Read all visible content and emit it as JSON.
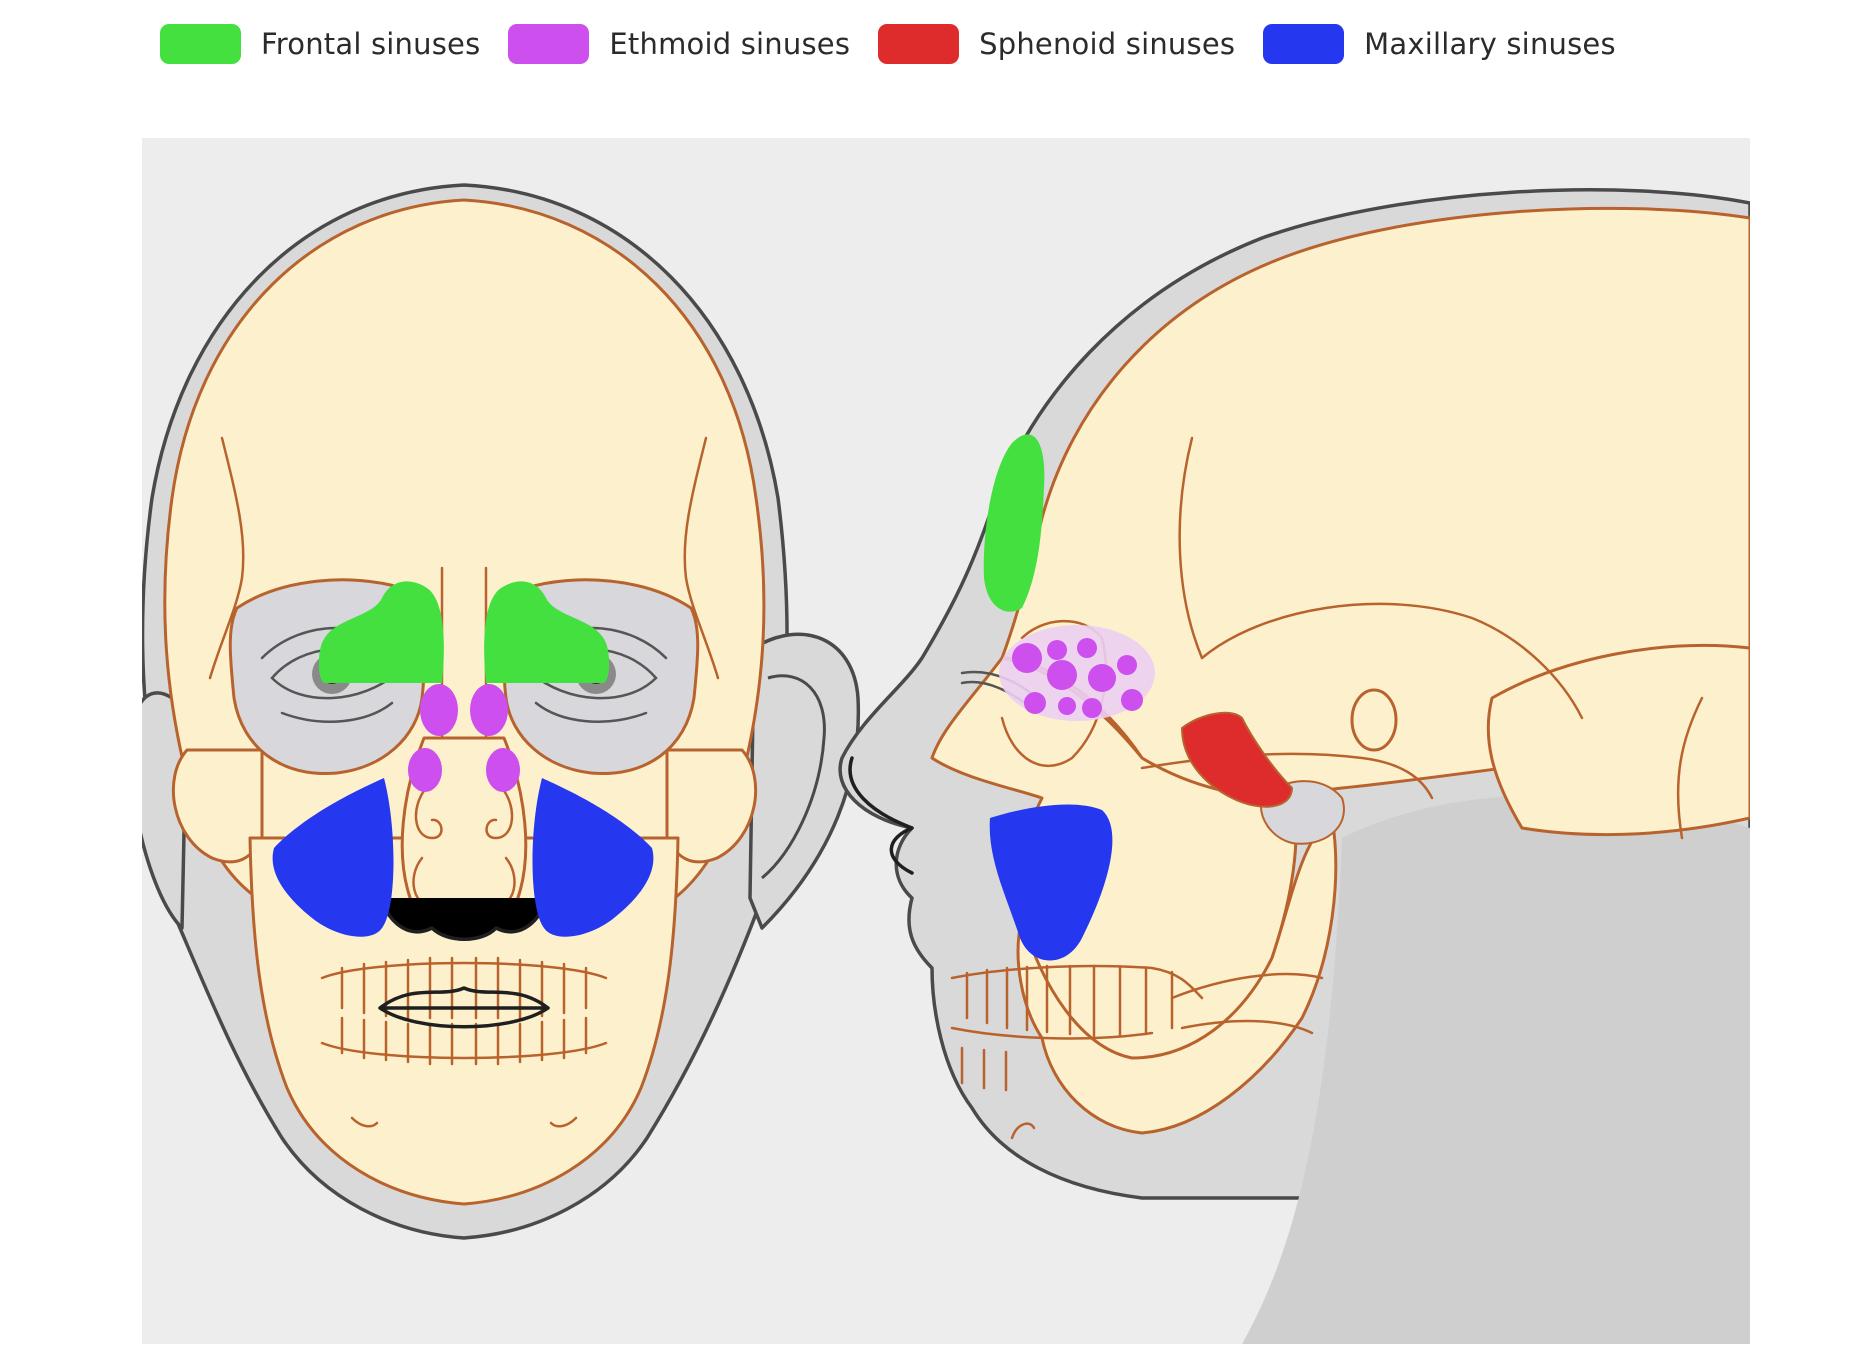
{
  "legend": {
    "items": [
      {
        "label": "Frontal sinuses",
        "color": "#44e040"
      },
      {
        "label": "Ethmoid sinuses",
        "color": "#cc4fee"
      },
      {
        "label": "Sphenoid sinuses",
        "color": "#de2c2c"
      },
      {
        "label": "Maxillary sinuses",
        "color": "#2538f0"
      }
    ]
  },
  "colors": {
    "background": "#ededed",
    "bone": "#fdf1cd",
    "bone_outline": "#b8632e",
    "skin": "#d9d9d9",
    "skin_outline": "#4a4a4a",
    "orbit": "#d7d7dc"
  },
  "figures": [
    {
      "view": "frontal-skull"
    },
    {
      "view": "lateral-skull"
    }
  ]
}
